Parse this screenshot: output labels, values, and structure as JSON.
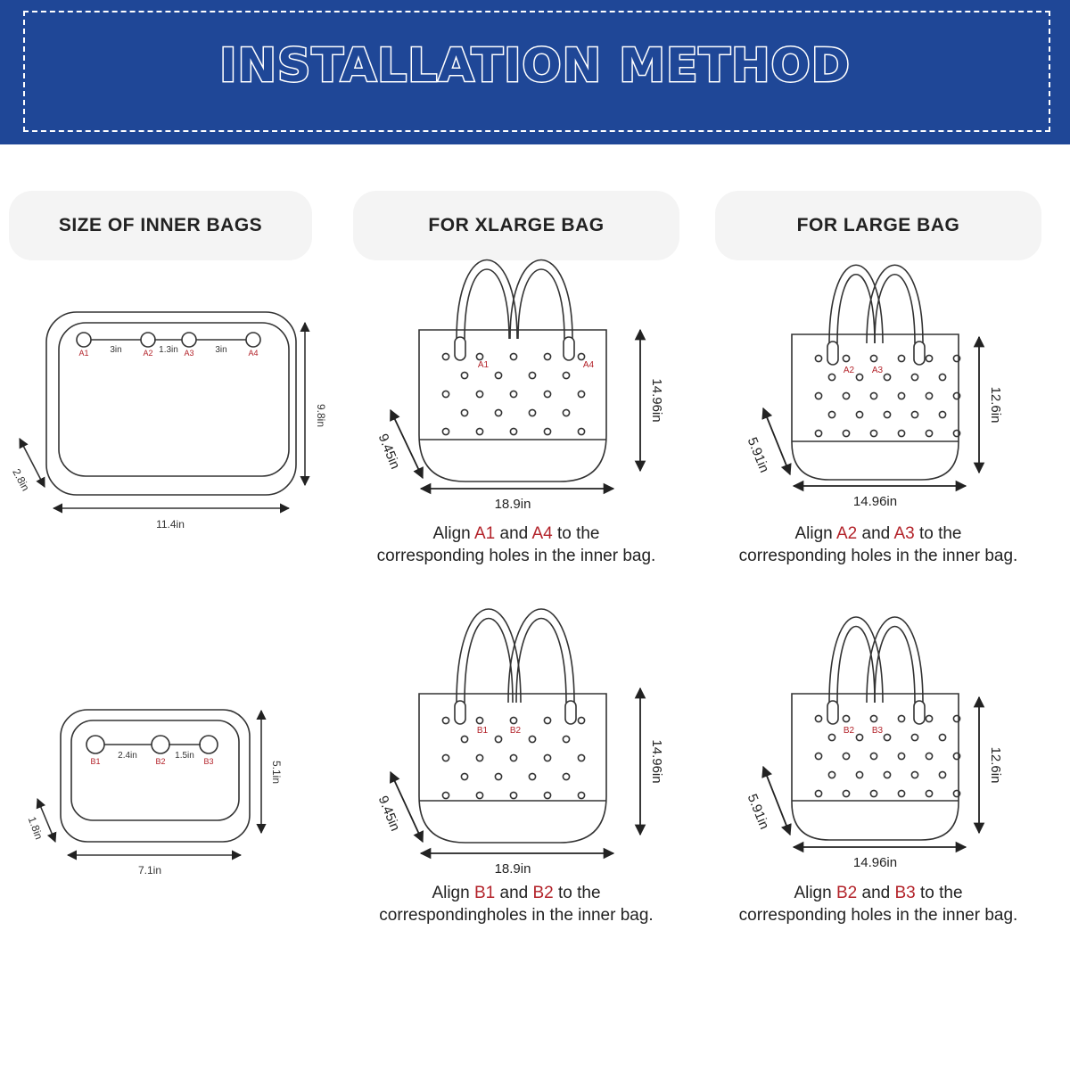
{
  "title": "INSTALLATION METHOD",
  "columns": [
    {
      "label": "SIZE OF INNER BAGS"
    },
    {
      "label": "FOR XLARGE BAG"
    },
    {
      "label": "FOR LARGE BAG"
    }
  ],
  "inner_bag_large": {
    "depth": "2.8in",
    "height": "9.8in",
    "width": "11.4in",
    "holes": [
      "A1",
      "A2",
      "A3",
      "A4"
    ],
    "gaps": [
      "3in",
      "1.3in",
      "3in"
    ]
  },
  "inner_bag_small": {
    "depth": "1.8in",
    "height": "5.1in",
    "width": "7.1in",
    "holes": [
      "B1",
      "B2",
      "B3"
    ],
    "gaps": [
      "2.4in",
      "1.5in"
    ]
  },
  "xlarge_a": {
    "width": "18.9in",
    "height": "14.96in",
    "depth": "9.45in",
    "labels": [
      "A1",
      "A4"
    ],
    "caption": {
      "pre": "Align ",
      "h1": "A1",
      "mid": " and ",
      "h2": "A4",
      "post": " to the",
      "line2": "corresponding holes in the inner bag."
    }
  },
  "large_a": {
    "width": "14.96in",
    "height": "12.6in",
    "depth": "5.91in",
    "labels": [
      "A2",
      "A3"
    ],
    "caption": {
      "pre": "Align ",
      "h1": "A2",
      "mid": " and ",
      "h2": "A3",
      "post": " to the",
      "line2": "corresponding holes in the inner bag."
    }
  },
  "xlarge_b": {
    "width": "18.9in",
    "height": "14.96in",
    "depth": "9.45in",
    "labels": [
      "B1",
      "B2"
    ],
    "caption": {
      "pre": "Align ",
      "h1": "B1",
      "mid": " and ",
      "h2": "B2",
      "post": " to the",
      "line2": "correspondingholes in the inner bag."
    }
  },
  "large_b": {
    "width": "14.96in",
    "height": "12.6in",
    "depth": "5.91in",
    "labels": [
      "B2",
      "B3"
    ],
    "caption": {
      "pre": "Align ",
      "h1": "B2",
      "mid": " and ",
      "h2": "B3",
      "post": " to the",
      "line2": "corresponding holes in the inner bag."
    }
  },
  "colors": {
    "banner": "#1f4797",
    "highlight": "#b3232a",
    "line": "#333333"
  }
}
